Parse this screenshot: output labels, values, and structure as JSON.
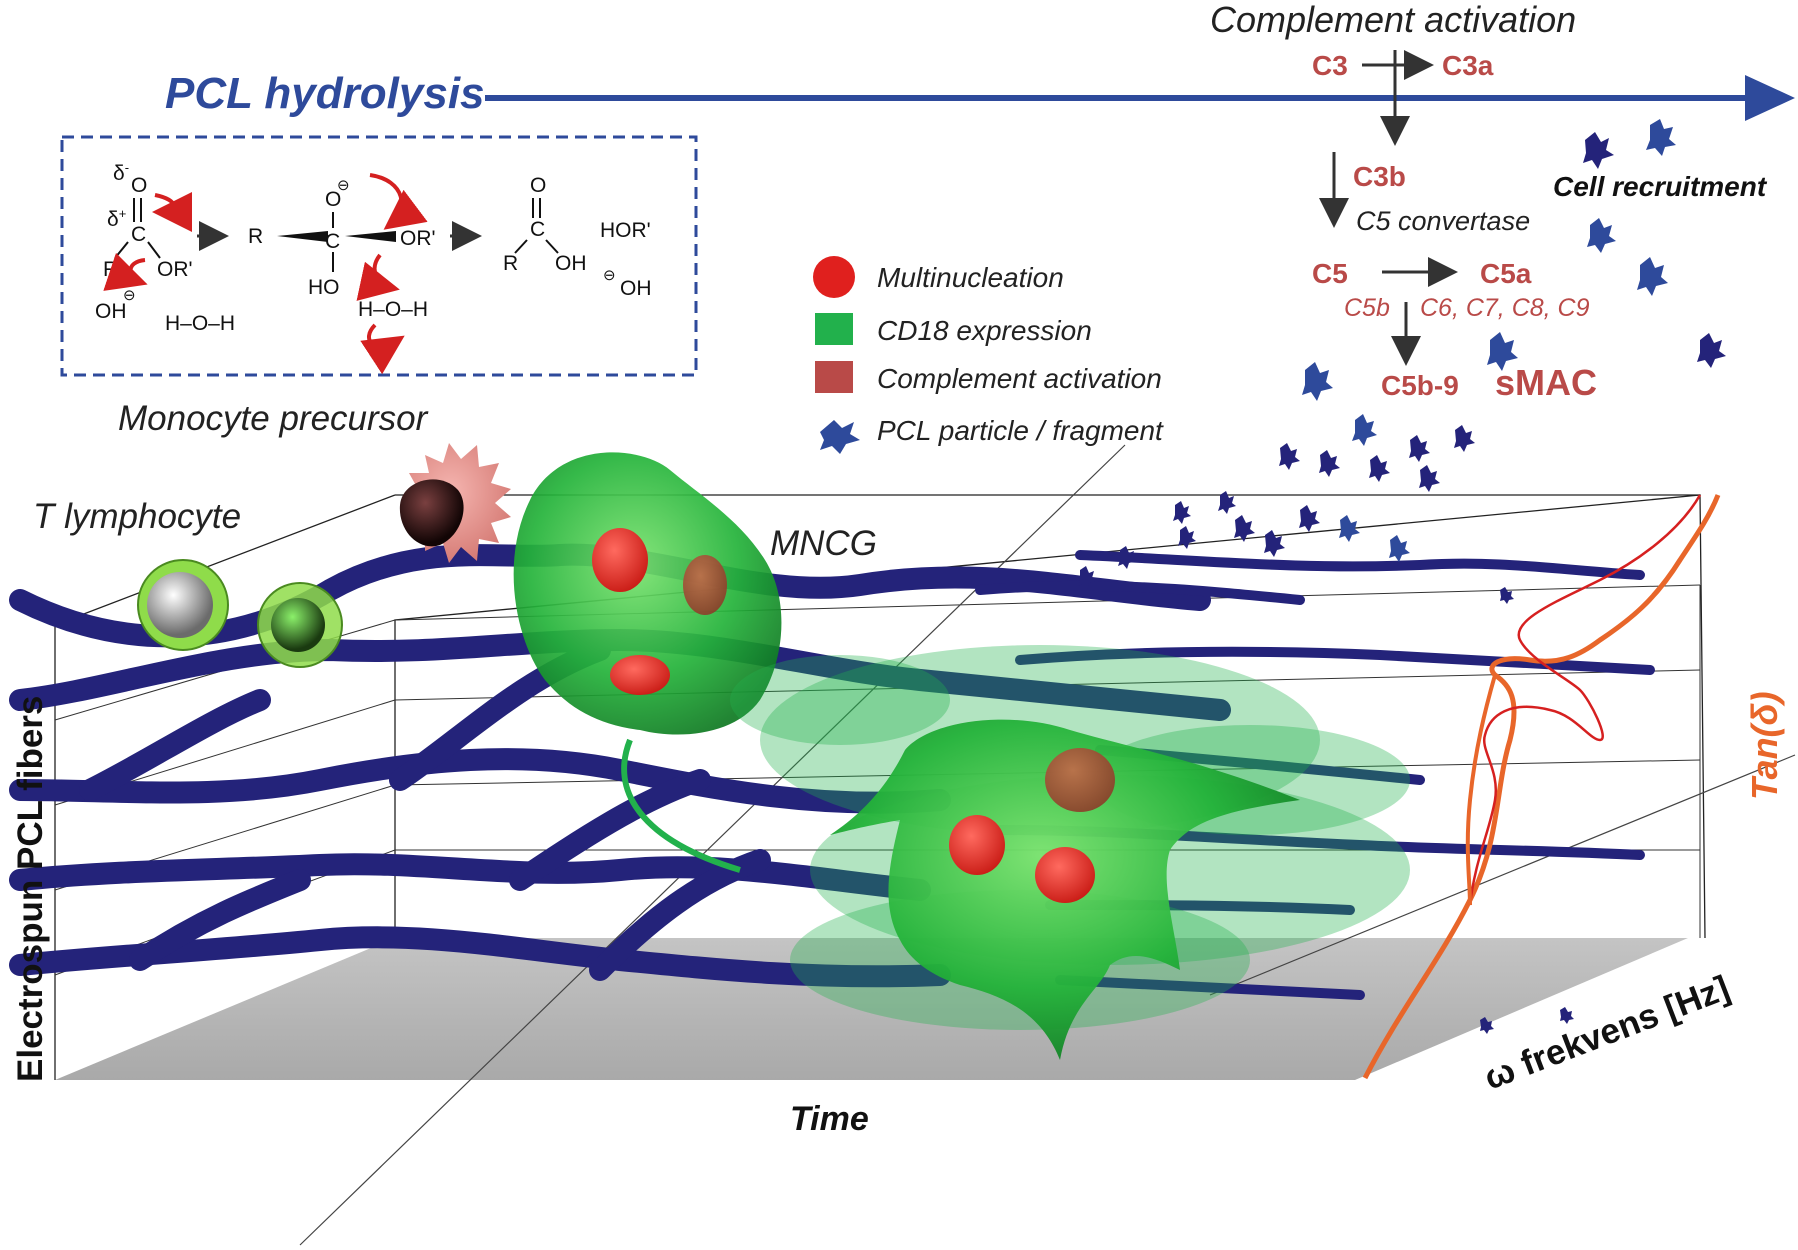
{
  "colors": {
    "hydrolysis_blue": "#2E4A9B",
    "fiber_navy": "#24237A",
    "complement_red": "#B94A48",
    "cd18_green": "#22B14C",
    "multinucleation_red": "#E0201E",
    "tan_orange": "#E8662A",
    "plane_grey": "#B5B5B5"
  },
  "header": {
    "hydrolysis_title": "PCL hydrolysis",
    "complement_title": "Complement activation"
  },
  "chemistry": {
    "delta_minus": "δ",
    "delta_minus_sup": "-",
    "O_top": "O",
    "delta_plus": "δ",
    "delta_plus_sup": "+",
    "C_center": "C",
    "R_left": "R",
    "OR_prime": "OR'",
    "OH_minus": "OH",
    "minus_sign": "⊖",
    "water": "H–O–H",
    "R_mid": "R",
    "O_minus_mid": "O",
    "C_mid": "C",
    "OR_mid": "OR'",
    "HO_mid": "HO",
    "water_mid": "H–O–H",
    "O_prod": "O",
    "C_prod": "C",
    "R_prod": "R",
    "OH_prod": "OH",
    "HOR": "HOR'",
    "OH_ion": "OH"
  },
  "complement_cascade": {
    "c3": "C3",
    "c3a": "C3a",
    "c3b": "C3b",
    "c5_convertase": "C5 convertase",
    "c5": "C5",
    "c5a": "C5a",
    "c5b": "C5b",
    "c6_c9": "C6, C7, C8, C9",
    "c5b9": "C5b-9",
    "smac": "sMAC"
  },
  "legend": [
    {
      "label": "Multinucleation",
      "shape": "circle",
      "color": "#E0201E"
    },
    {
      "label": "CD18 expression",
      "shape": "square",
      "color": "#22B14C"
    },
    {
      "label": "Complement activation",
      "shape": "square",
      "color": "#B94A48"
    },
    {
      "label": "PCL particle / fragment",
      "shape": "particle",
      "color": "#2E4A9B"
    }
  ],
  "labels": {
    "cell_recruitment": "Cell recruitment",
    "monocyte_precursor": "Monocyte precursor",
    "t_lymphocyte": "T lymphocyte",
    "mncg": "MNCG",
    "y_axis": "Electrospun PCL fibers",
    "x_axis": "Time",
    "freq_axis": "ω frekvens [Hz]",
    "tan_delta": "Tan(δ)"
  }
}
